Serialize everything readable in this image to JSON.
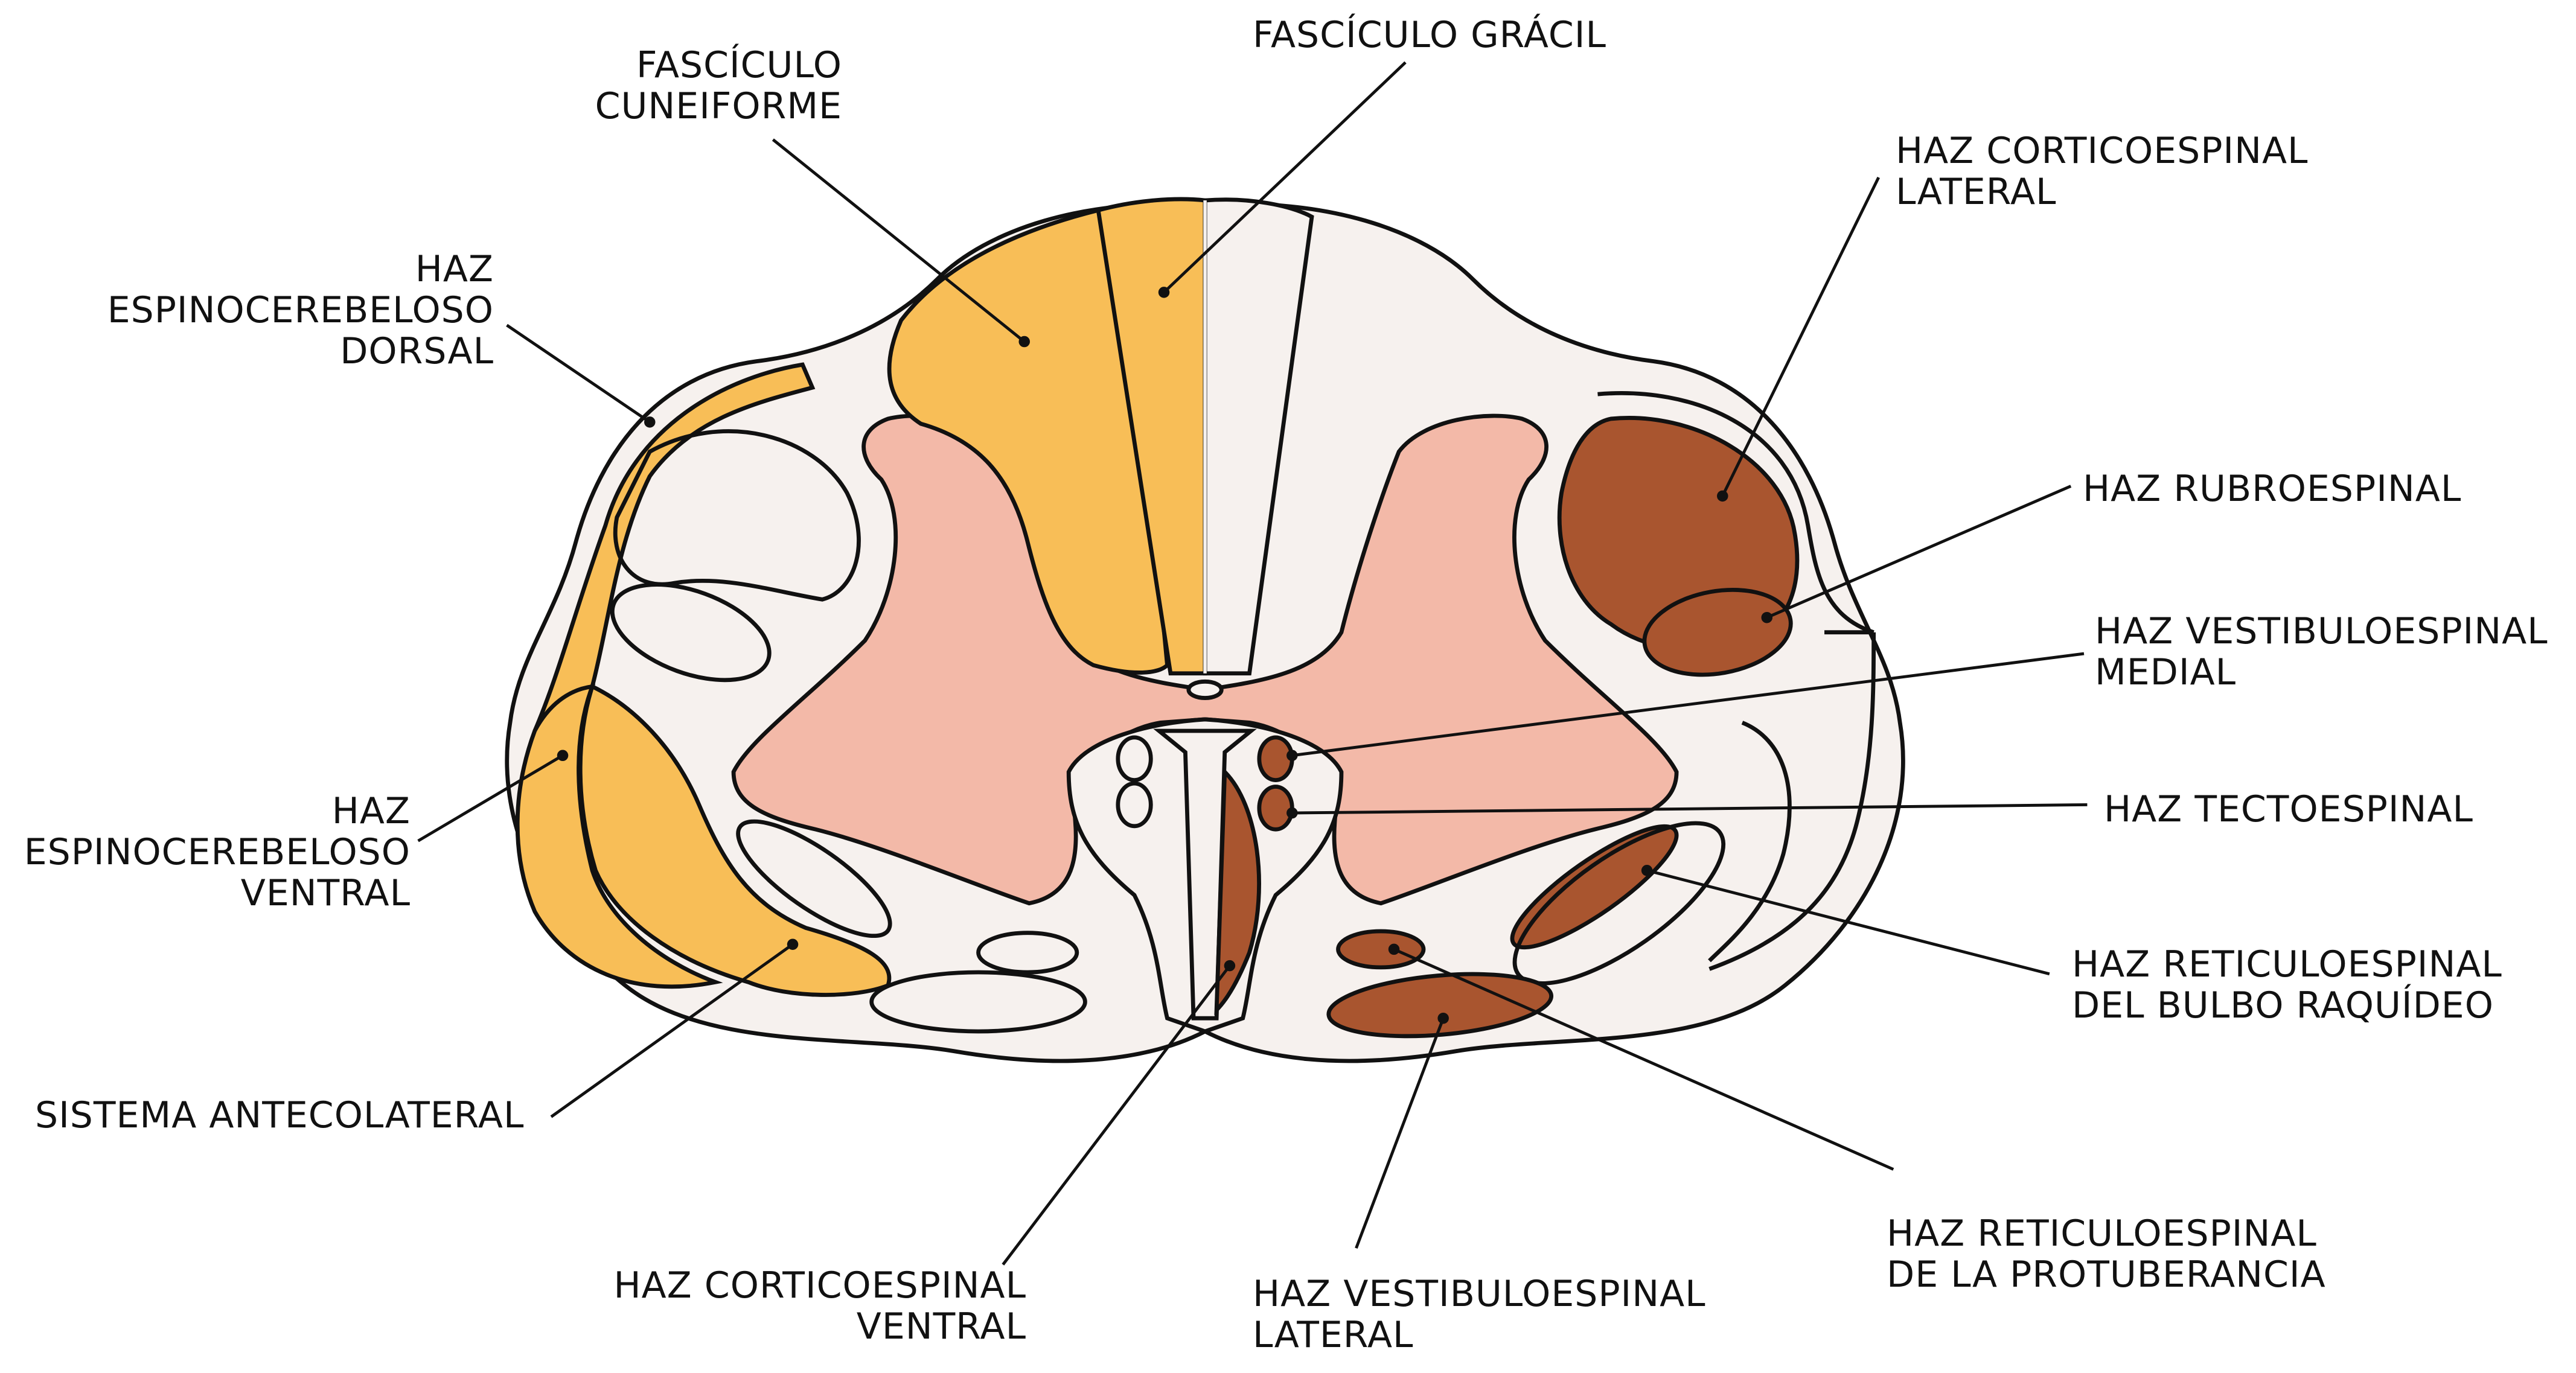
{
  "colors": {
    "white_matter": "#f6f1ee",
    "gray_matter": "#f3b9a8",
    "ascending_tract": "#f8be57",
    "descending_tract": "#a9552f",
    "outline": "#111111",
    "leader_line": "#111111"
  },
  "labels": {
    "fasciculo_cuneiforme": [
      "FASCÍCULO",
      "CUNEIFORME"
    ],
    "fasciculo_gracil": [
      "FASCÍCULO GRÁCIL"
    ],
    "haz_espinocerebeloso_dorsal": [
      "HAZ",
      "ESPINOCEREBELOSO",
      "DORSAL"
    ],
    "haz_espinocerebeloso_ventral": [
      "HAZ",
      "ESPINOCEREBELOSO",
      "VENTRAL"
    ],
    "sistema_antecolateral": [
      "SISTEMA ANTECOLATERAL"
    ],
    "haz_corticoespinal_ventral": [
      "HAZ CORTICOESPINAL",
      "VENTRAL"
    ],
    "haz_vestibuloespinal_lateral": [
      "HAZ VESTIBULOESPINAL",
      "LATERAL"
    ],
    "haz_reticuloespinal_protuberancia": [
      "HAZ RETICULOESPINAL",
      "DE LA PROTUBERANCIA"
    ],
    "haz_reticuloespinal_bulbo": [
      "HAZ RETICULOESPINAL",
      "DEL BULBO RAQUÍDEO"
    ],
    "haz_tectoespinal": [
      "HAZ TECTOESPINAL"
    ],
    "haz_vestibuloespinal_medial": [
      "HAZ VESTIBULOESPINAL",
      "MEDIAL"
    ],
    "haz_rubroespinal": [
      "HAZ RUBROESPINAL"
    ],
    "haz_corticoespinal_lateral": [
      "HAZ CORTICOESPINAL",
      "LATERAL"
    ]
  }
}
